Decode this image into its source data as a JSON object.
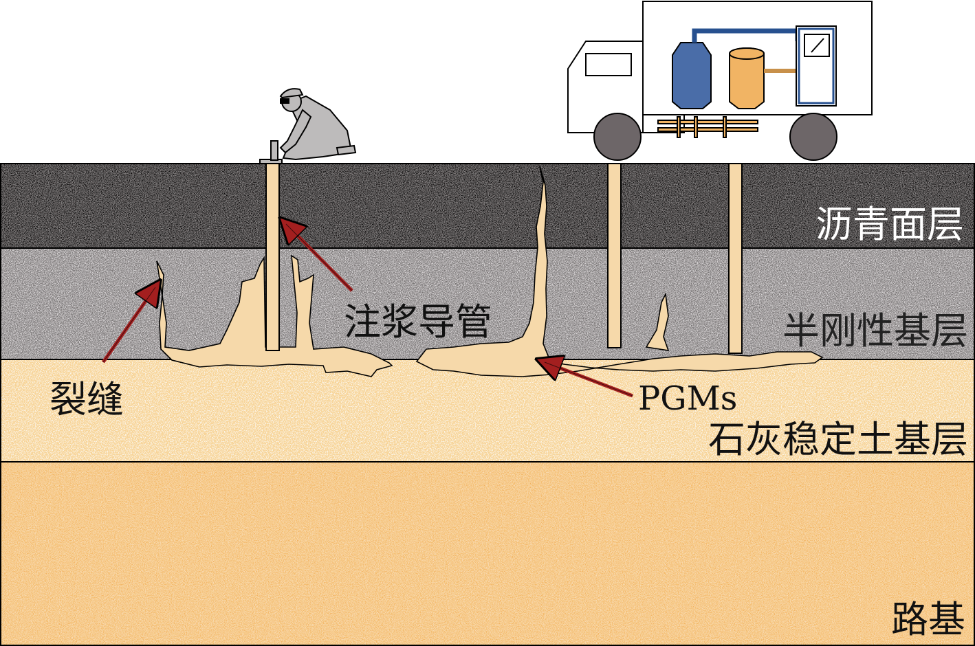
{
  "labels": {
    "asphalt_layer": "沥青面层",
    "semi_rigid_base": "半刚性基层",
    "lime_soil_base": "石灰稳定土基层",
    "subgrade": "路基",
    "grouting_pipe": "注浆导管",
    "crack": "裂缝",
    "pgms": "PGMs"
  },
  "colors": {
    "asphalt": "#4a4444",
    "semi_rigid": "#b0aaab",
    "lime_soil": "#fbf4e6",
    "subgrade": "#f2b15f",
    "grout": "#f6d9aa",
    "arrow": "#a31f1f",
    "tank_blue": "#4a6da8",
    "tank_orange": "#f1b464",
    "wheel": "#6d6668",
    "worker": "#bdbbbb"
  }
}
